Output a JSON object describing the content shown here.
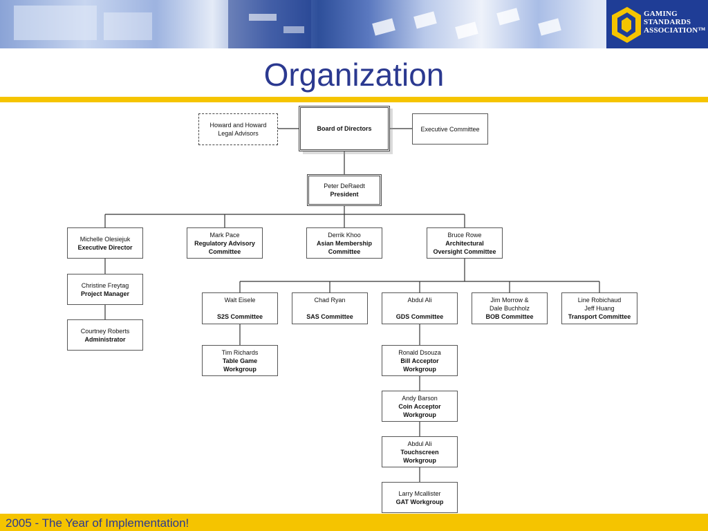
{
  "title": "Organization",
  "footer": "2005 - The Year of Implementation!",
  "logo": {
    "line1": "GAMING",
    "line2": "STANDARDS",
    "line3": "ASSOCIATION™"
  },
  "colors": {
    "title": "#2b3990",
    "accent": "#f5c400",
    "logo_bg": "#1f3d96"
  },
  "org": {
    "legal": {
      "line1": "Howard and Howard",
      "line2": "Legal Advisors"
    },
    "board": {
      "role": "Board of Directors"
    },
    "exec_committee": {
      "name": "Executive Committee"
    },
    "president": {
      "name": "Peter DeRaedt",
      "role": "President"
    },
    "exec_director": {
      "name": "Michelle Olesiejuk",
      "role": "Executive Director"
    },
    "regulatory": {
      "name": "Mark Pace",
      "role1": "Regulatory Advisory",
      "role2": "Committee"
    },
    "asian": {
      "name": "Derrik Khoo",
      "role1": "Asian Membership",
      "role2": "Committee"
    },
    "architectural": {
      "name": "Bruce Rowe",
      "role1": "Architectural",
      "role2": "Oversight Committee"
    },
    "project_manager": {
      "name": "Christine Freytag",
      "role": "Project Manager"
    },
    "administrator": {
      "name": "Courtney Roberts",
      "role": "Administrator"
    },
    "s2s": {
      "name": "Walt Eisele",
      "role": "S2S Committee"
    },
    "sas": {
      "name": "Chad Ryan",
      "role": "SAS Committee"
    },
    "gds": {
      "name": "Abdul Ali",
      "role": "GDS Committee"
    },
    "bob": {
      "name1": "Jim Morrow &",
      "name2": "Dale Buchholz",
      "role": "BOB Committee"
    },
    "transport": {
      "name1": "Line Robichaud",
      "name2": "Jeff Huang",
      "role": "Transport Committee"
    },
    "table_game": {
      "name": "Tim Richards",
      "role1": "Table Game",
      "role2": "Workgroup"
    },
    "bill_acceptor": {
      "name": "Ronald Dsouza",
      "role1": "Bill Acceptor",
      "role2": "Workgroup"
    },
    "coin_acceptor": {
      "name": "Andy Barson",
      "role1": "Coin Acceptor",
      "role2": "Workgroup"
    },
    "touchscreen": {
      "name": "Abdul Ali",
      "role1": "Touchscreen",
      "role2": "Workgroup"
    },
    "gat": {
      "name": "Larry Mcallister",
      "role": "GAT Workgroup"
    }
  }
}
